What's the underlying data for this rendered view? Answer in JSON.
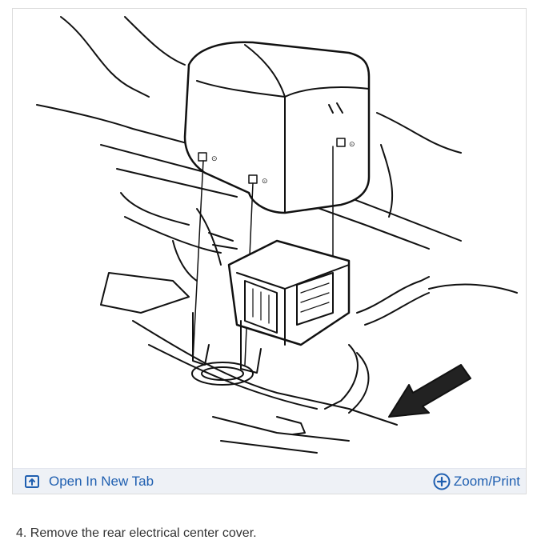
{
  "figure": {
    "diagram_labels": {
      "callout_left": "⊙",
      "callout_mid": "⊙",
      "callout_right": "⊙"
    },
    "toolbar": {
      "open_label": "Open In New Tab",
      "zoom_label": "Zoom/Print",
      "link_color": "#1f5fb0",
      "bar_color": "#eef1f6"
    }
  },
  "step": {
    "text": "4. Remove the rear electrical center cover."
  }
}
